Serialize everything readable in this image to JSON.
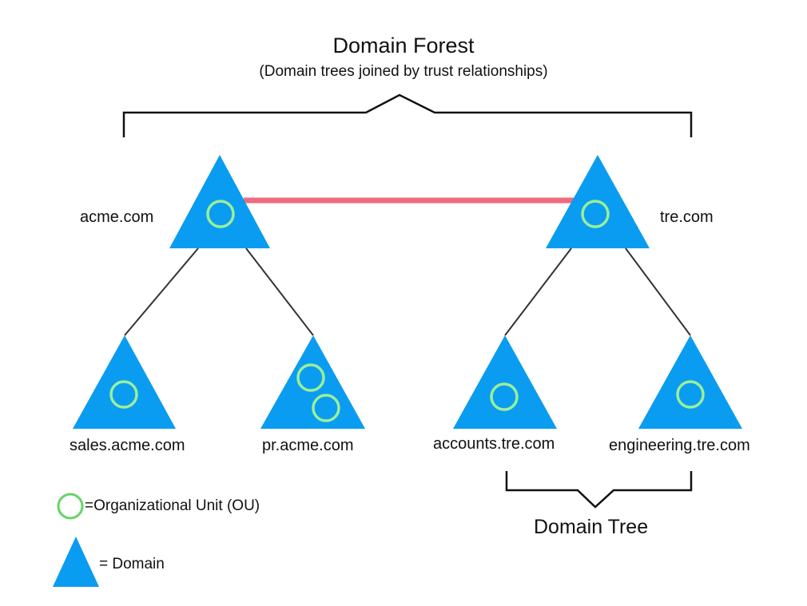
{
  "forest": {
    "title": "Domain Forest",
    "subtitle": "(Domain trees joined by trust relationships)"
  },
  "domains": [
    {
      "id": "acme",
      "label": "acme.com",
      "ou_count": 1
    },
    {
      "id": "tre",
      "label": "tre.com",
      "ou_count": 1
    },
    {
      "id": "sales",
      "label": "sales.acme.com",
      "ou_count": 1
    },
    {
      "id": "pr",
      "label": "pr.acme.com",
      "ou_count": 2
    },
    {
      "id": "accounts",
      "label": "accounts.tre.com",
      "ou_count": 1
    },
    {
      "id": "engineering",
      "label": "engineering.tre.com",
      "ou_count": 1
    }
  ],
  "tree_label": "Domain Tree",
  "legend": {
    "ou": "=Organizational Unit (OU)",
    "domain": "= Domain"
  },
  "colors": {
    "domain_fill": "#0a9cf0",
    "ou_fill": "#0a9cf0",
    "ou_stroke": "#9aef9a",
    "legend_ou_stroke": "#66d466",
    "trust_link": "#ef6b7e",
    "line": "#333333",
    "bracket": "#111111"
  }
}
